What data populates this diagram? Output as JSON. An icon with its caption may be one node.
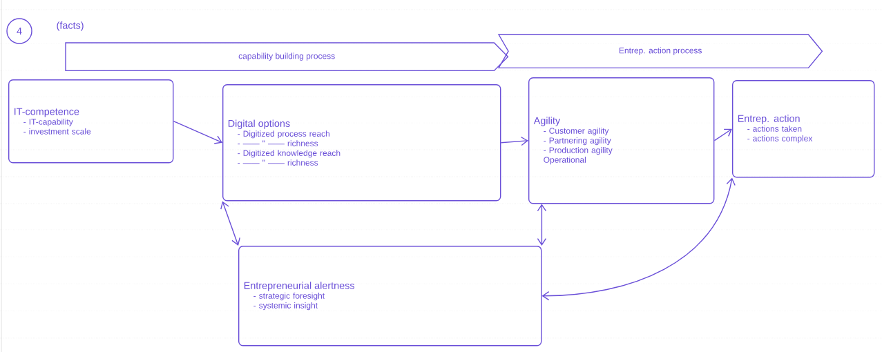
{
  "diagram": {
    "nodes": [
      {
        "text": [
          "4"
        ]
      },
      {
        "text": [
          "capability building process"
        ]
      },
      {
        "text": [
          "Entrep. action process"
        ]
      },
      {
        "text": [
          "IT-competence",
          "- IT-capability",
          "- investment scale"
        ]
      },
      {
        "text": [
          "Digital options",
          "- Digitized process reach",
          "- —— \" —— richness",
          "- Digitized knowledge reach",
          "- —— \" —— richness"
        ]
      },
      {
        "text": [
          "Agility",
          "- Customer agility",
          "- Partnering agility",
          "- Production agility",
          "Operational"
        ]
      },
      {
        "text": [
          "Entrep. action",
          "- actions taken",
          "- actions complex"
        ]
      },
      {
        "text": [
          "Entrepreneurial alertness",
          "- strategic foresight",
          "- systemic insight"
        ]
      }
    ],
    "edges": [
      {
        "from": 3,
        "to": 4,
        "arrow": "to"
      },
      {
        "from": 4,
        "to": 5,
        "arrow": "to"
      },
      {
        "from": 5,
        "to": 6,
        "arrow": "to"
      },
      {
        "from": 7,
        "to": 4,
        "arrow": "both"
      },
      {
        "from": 7,
        "to": 5,
        "arrow": "both"
      },
      {
        "from": 7,
        "to": 6,
        "arrow": "both"
      }
    ],
    "labels": [
      "(facts)"
    ]
  }
}
